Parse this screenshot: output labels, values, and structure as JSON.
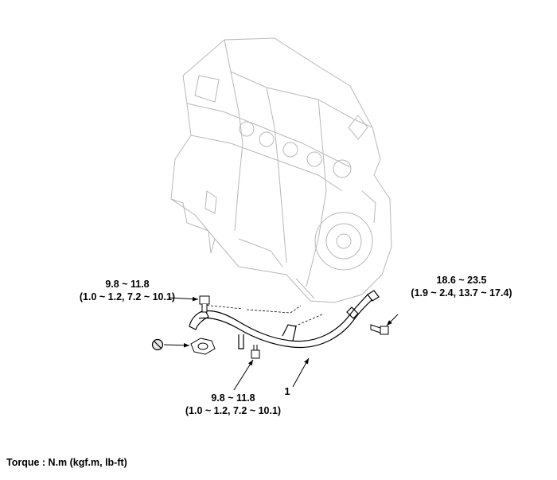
{
  "labels": {
    "torque_left": {
      "line1": "9.8 ~ 11.8",
      "line2": "(1.0 ~ 1.2, 7.2 ~ 10.1)"
    },
    "torque_right": {
      "line1": "18.6 ~ 23.5",
      "line2": "(1.9 ~ 2.4, 13.7 ~ 17.4)"
    },
    "torque_bottom": {
      "line1": "9.8 ~ 11.8",
      "line2": "(1.0 ~ 1.2, 7.2 ~ 10.1)"
    },
    "part_callout": "1"
  },
  "footnote": "Torque : N.m (kgf.m, lb-ft)",
  "icons": {
    "do_not_reuse": "prohibition-circle-icon"
  },
  "colors": {
    "line": "#000000",
    "engine_outline": "#b0b0b0"
  }
}
